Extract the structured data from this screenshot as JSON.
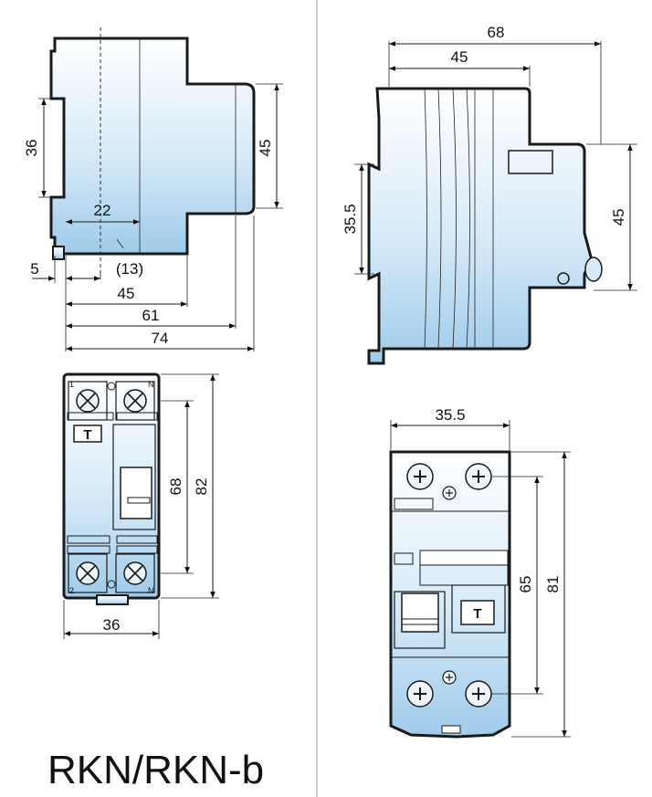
{
  "product_name": "RKN/RKN-b",
  "views": {
    "side_left": {
      "dims": {
        "height_36": "36",
        "width_22": "22",
        "height_45": "45",
        "offset_5": "5",
        "offset_13": "(13)",
        "depth_45": "45",
        "depth_61": "61",
        "depth_74": "74"
      }
    },
    "side_right": {
      "dims": {
        "top_68": "68",
        "top_45": "45",
        "rail_35_5": "35.5",
        "height_45": "45"
      }
    },
    "front_left": {
      "terminal_top_left": "1",
      "terminal_top_right": "N",
      "terminal_bottom_left": "2",
      "terminal_bottom_right": "N",
      "test_button": "T",
      "dims": {
        "height_68": "68",
        "height_82": "82",
        "width_36": "36"
      }
    },
    "front_right": {
      "test_button": "T",
      "dims": {
        "width_35_5": "35.5",
        "height_65": "65",
        "height_81": "81"
      }
    }
  },
  "colors": {
    "body_top": "#ffffff",
    "body_bottom": "#9fcbea",
    "outline": "#1a1a1a",
    "divider": "#b0b0b0"
  }
}
